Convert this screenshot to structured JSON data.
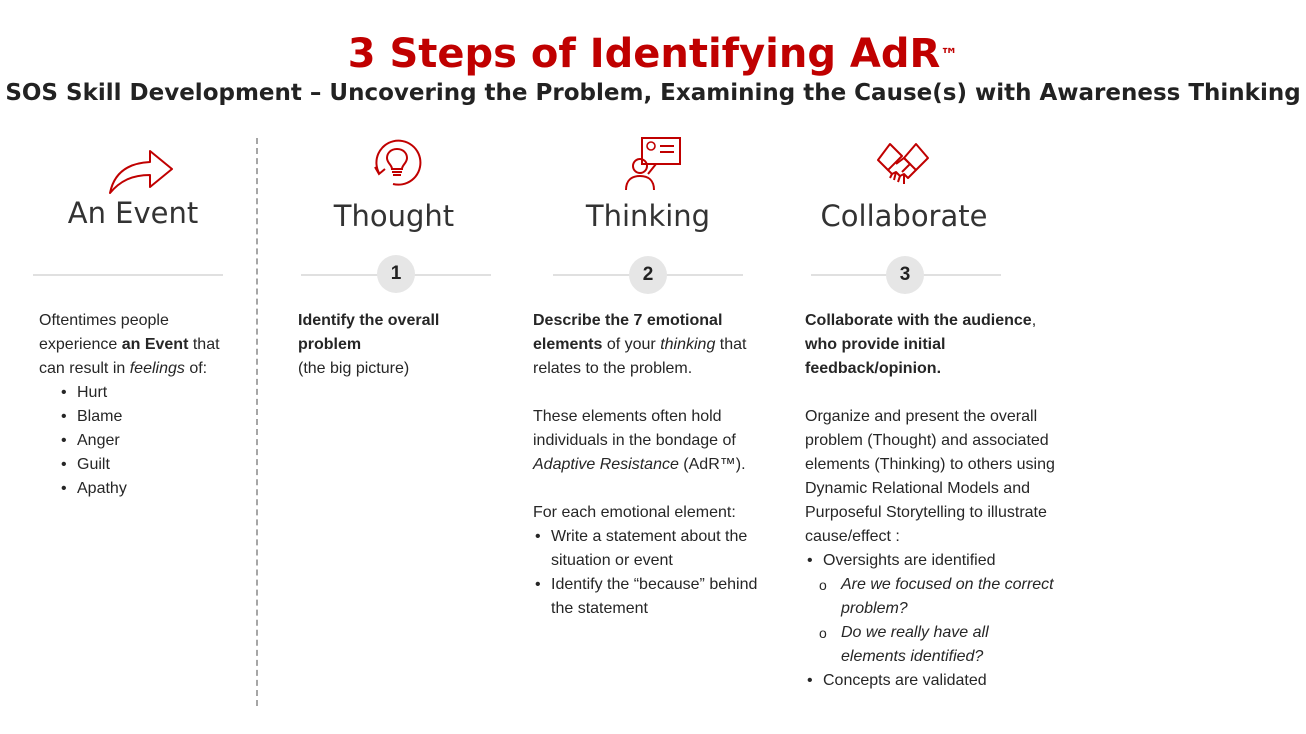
{
  "header": {
    "title": "3 Steps of Identifying AdR",
    "title_mark": "™",
    "subtitle": "SOS Skill Development – Uncovering the Problem, Examining the Cause(s) with Awareness Thinking"
  },
  "accent_color": "#c00000",
  "columns": {
    "event": {
      "heading": "An Event",
      "icon": "curved-arrow-icon",
      "intro_1": "Oftentimes people experience ",
      "intro_bold": "an Event",
      "intro_2": " that can result in ",
      "intro_italic": "feelings",
      "intro_3": " of:",
      "feelings": [
        "Hurt",
        "Blame",
        "Anger",
        "Guilt",
        "Apathy"
      ]
    },
    "thought": {
      "heading": "Thought",
      "icon": "lightbulb-cycle-icon",
      "step": "1",
      "bold": "Identify the overall problem",
      "plain": "(the big picture)"
    },
    "thinking": {
      "heading": "Thinking",
      "icon": "person-presentation-icon",
      "step": "2",
      "p1_bold": "Describe the 7 emotional elements",
      "p1_mid": " of your ",
      "p1_italic": "thinking",
      "p1_end": " that relates to the problem.",
      "p2_start": "These elements often hold individuals in the bondage of ",
      "p2_italic": "Adaptive Resistance",
      "p2_end": " (AdR™).",
      "p3": "For each emotional element:",
      "bullets": [
        "Write a statement about the situation or event",
        "Identify the “because” behind the statement"
      ]
    },
    "collaborate": {
      "heading": "Collaborate",
      "icon": "handshake-icon",
      "step": "3",
      "p1_bold": "Collaborate with the audience",
      "p1_comma": ",",
      "p1_bold2": "who provide initial feedback/opinion.",
      "p2": "Organize and present the overall problem (Thought) and associated elements (Thinking) to others using Dynamic Relational Models and Purposeful Storytelling to illustrate cause/effect :",
      "bullet1": "Oversights are identified",
      "sub_bullets": [
        "Are we focused on the correct problem?",
        "Do we really have all elements identified?"
      ],
      "bullet2": "Concepts are validated"
    }
  }
}
